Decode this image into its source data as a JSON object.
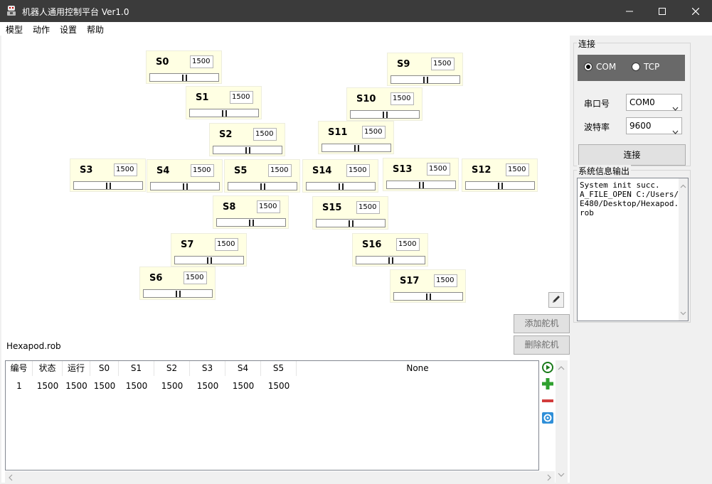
{
  "window": {
    "title": "机器人通用控制平台  Ver1.0"
  },
  "menu": [
    "模型",
    "动作",
    "设置",
    "帮助"
  ],
  "servos": [
    {
      "name": "S0",
      "value": "1500",
      "position": 0.5
    },
    {
      "name": "S1",
      "value": "1500",
      "position": 0.5
    },
    {
      "name": "S2",
      "value": "1500",
      "position": 0.5
    },
    {
      "name": "S3",
      "value": "1500",
      "position": 0.5
    },
    {
      "name": "S4",
      "value": "1500",
      "position": 0.5
    },
    {
      "name": "S5",
      "value": "1500",
      "position": 0.5
    },
    {
      "name": "S6",
      "value": "1500",
      "position": 0.5
    },
    {
      "name": "S7",
      "value": "1500",
      "position": 0.5
    },
    {
      "name": "S8",
      "value": "1500",
      "position": 0.5
    },
    {
      "name": "S9",
      "value": "1500",
      "position": 0.5
    },
    {
      "name": "S10",
      "value": "1500",
      "position": 0.5
    },
    {
      "name": "S11",
      "value": "1500",
      "position": 0.5
    },
    {
      "name": "S12",
      "value": "1500",
      "position": 0.5
    },
    {
      "name": "S13",
      "value": "1500",
      "position": 0.5
    },
    {
      "name": "S14",
      "value": "1500",
      "position": 0.5
    },
    {
      "name": "S15",
      "value": "1500",
      "position": 0.5
    },
    {
      "name": "S16",
      "value": "1500",
      "position": 0.5
    },
    {
      "name": "S17",
      "value": "1500",
      "position": 0.5
    }
  ],
  "buttons": {
    "add_servo": "添加舵机",
    "delete_servo": "删除舵机"
  },
  "file_name": "Hexapod.rob",
  "table": {
    "columns": [
      "编号",
      "状态",
      "运行",
      "S0",
      "S1",
      "S2",
      "S3",
      "S4",
      "S5",
      "None"
    ],
    "rows": [
      [
        "1",
        "1500",
        "1500",
        "1500",
        "1500",
        "1500",
        "1500",
        "1500",
        "1500",
        ""
      ]
    ]
  },
  "connection": {
    "group_label": "连接",
    "options": [
      "COM",
      "TCP"
    ],
    "selected": "COM",
    "port_label": "串口号",
    "port_value": "COM0",
    "baud_label": "波特率",
    "baud_value": "9600",
    "connect_button": "连接"
  },
  "system_log": {
    "label": "系统信息输出",
    "text": "System init succ.\nA_FILE_OPEN C:/Users/E480/Desktop/Hexapod.rob"
  },
  "colors": {
    "title_bar": "#3b3b3b",
    "servo_panel": "#ffffe3",
    "radio_strip": "#696969",
    "add_icon": "#2ea02e",
    "play_icon": "#1a7a1a",
    "delete_icon": "#d23c3c",
    "settings_icon": "#2f8fd8"
  },
  "icons": {
    "app": "robot-icon",
    "minimize": "minimize-icon",
    "maximize": "maximize-icon",
    "close": "close-icon",
    "edit": "pencil-icon",
    "run": "play-icon",
    "add_row": "plus-icon",
    "delete_row": "minus-icon",
    "settings": "gear-icon"
  }
}
